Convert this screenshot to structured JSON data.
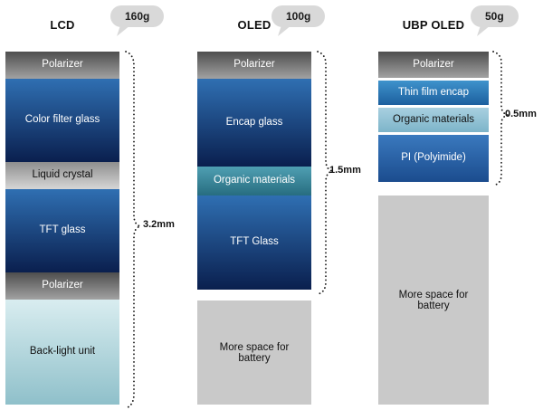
{
  "columns": [
    {
      "title": "LCD",
      "weight": "160g",
      "thickness": "3.2mm",
      "layers": [
        {
          "label": "Polarizer",
          "bg": {
            "from": "#4e4e4e",
            "to": "#a2a2a2"
          },
          "text": "#ffffff"
        },
        {
          "label": "Color filter glass",
          "bg": {
            "from": "#2f6fb2",
            "to": "#0a1f4e"
          },
          "text": "#ffffff"
        },
        {
          "label": "Liquid crystal",
          "bg": {
            "from": "#8e8e8e",
            "to": "#d6d6d6"
          },
          "text": "#111111"
        },
        {
          "label": "TFT glass",
          "bg": {
            "from": "#2f6fb2",
            "to": "#0a1f4e"
          },
          "text": "#ffffff"
        },
        {
          "label": "Polarizer",
          "bg": {
            "from": "#4e4e4e",
            "to": "#a2a2a2"
          },
          "text": "#ffffff"
        },
        {
          "label": "Back-light unit",
          "bg": {
            "from": "#d9edf0",
            "to": "#8fc0ca"
          },
          "text": "#111111"
        }
      ]
    },
    {
      "title": "OLED",
      "weight": "100g",
      "thickness": "1.5mm",
      "battery_label": "More space for battery",
      "battery_bg": "#c9c9c9",
      "layers": [
        {
          "label": "Polarizer",
          "bg": {
            "from": "#4e4e4e",
            "to": "#a2a2a2"
          },
          "text": "#ffffff"
        },
        {
          "label": "Encap glass",
          "bg": {
            "from": "#2f6fb2",
            "to": "#0a1f4e"
          },
          "text": "#ffffff"
        },
        {
          "label": "Organic materials",
          "bg": {
            "from": "#4f9fb2",
            "to": "#276d80"
          },
          "text": "#ffffff"
        },
        {
          "label": "TFT Glass",
          "bg": {
            "from": "#2f6fb2",
            "to": "#0a1f4e"
          },
          "text": "#ffffff"
        }
      ]
    },
    {
      "title": "UBP OLED",
      "weight": "50g",
      "thickness": "0.5mm",
      "battery_label": "More space for battery",
      "battery_bg": "#c9c9c9",
      "layers": [
        {
          "label": "Polarizer",
          "bg": {
            "from": "#4e4e4e",
            "to": "#a2a2a2"
          },
          "text": "#ffffff"
        },
        {
          "label": "Thin film encap",
          "bg": {
            "from": "#3f93cc",
            "to": "#1c5f9e"
          },
          "text": "#ffffff"
        },
        {
          "label": "Organic materials",
          "bg": {
            "from": "#a8d0e0",
            "to": "#7db4c9"
          },
          "text": "#111111"
        },
        {
          "label": "PI (Polyimide)",
          "bg": {
            "from": "#3a79be",
            "to": "#1b4c8e"
          },
          "text": "#ffffff"
        }
      ]
    }
  ],
  "bubble_color": "#d9d9d9"
}
